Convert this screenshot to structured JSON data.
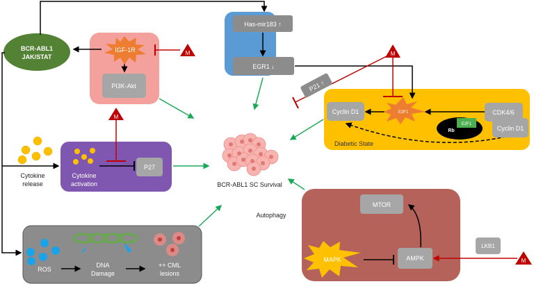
{
  "colors": {
    "green_node": "#548235",
    "pink_box": "#f4a09c",
    "blue_box": "#5b9bd5",
    "yellow_box": "#ffc000",
    "purple_box": "#8057b0",
    "grey_box": "#8c8c8c",
    "brown_box": "#b5625a",
    "gene_box": "#a6a6a6",
    "inhibit_red": "#c00000",
    "promote_green": "#1aa858",
    "star_orange": "#ed7d31",
    "star_yellow": "#ffc000"
  },
  "nodes": {
    "bcr_abl1_line1": "BCR-ABL1",
    "bcr_abl1_line2": "JAK/STAT",
    "igf1r": "IGF-1R",
    "pi3k_akt": "PI3K-Akt",
    "has_mir183": "Has-mir183 ↑",
    "egr1": "EGR1 ↓",
    "p21": "P21 ↑",
    "cyclin_d1_left": "Cyclin D1",
    "e2f1_star": "E2F1",
    "cdk46": "CDK4/6",
    "cyclin_d1_right": "Cyclin D1",
    "rb": "Rb",
    "rb_e2f1": "E2F1",
    "diabetic_state": "Diabetic State",
    "cytokine_release_line1": "Cytokine",
    "cytokine_release_line2": "release",
    "cytokine_activation_line1": "Cytokine",
    "cytokine_activation_line2": "activation",
    "p27": "P27",
    "survival": "BCR-ABL1 SC Survival",
    "autophagy": "Autophagy",
    "mtor": "MTOR",
    "mapk": "MAPK",
    "ampk": "AMPK",
    "lkb1": "LKB1",
    "ros": "ROS",
    "dna_damage_line1": "DNA",
    "dna_damage_line2": "Damage",
    "cml_line1": "++ CML",
    "cml_line2": "lesions",
    "metformin": "M"
  }
}
